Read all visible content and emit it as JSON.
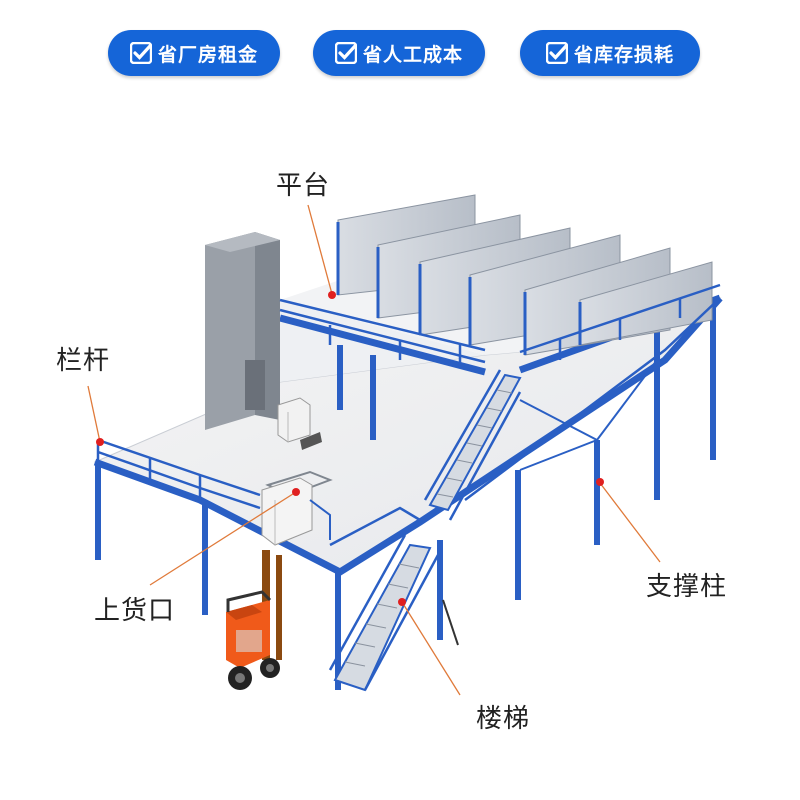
{
  "badges": [
    {
      "label": "省厂房租金"
    },
    {
      "label": "省人工成本"
    },
    {
      "label": "省库存损耗"
    }
  ],
  "callouts": {
    "platform": "平台",
    "railing": "栏杆",
    "loading_port": "上货口",
    "support_column": "支撑柱",
    "stairs": "楼梯"
  },
  "colors": {
    "badge_bg": "#1565d8",
    "steel_blue": "#2a5fc4",
    "callout_dot": "#e02020",
    "forklift": "#f05a1a"
  }
}
